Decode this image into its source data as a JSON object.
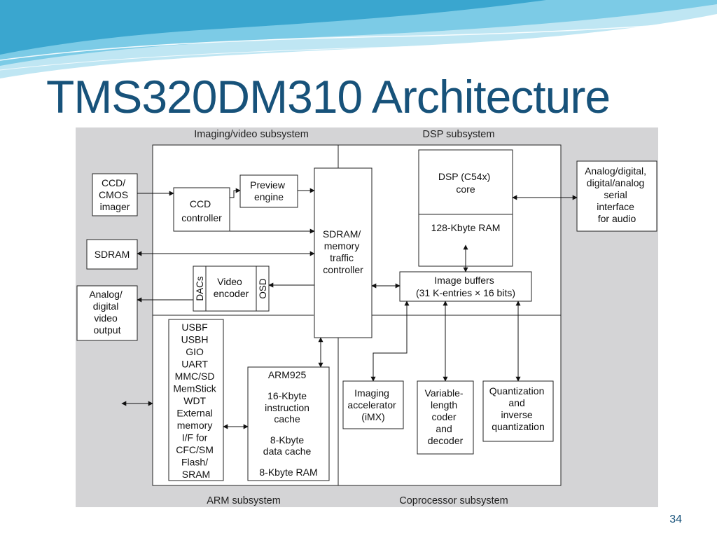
{
  "slide": {
    "title": "TMS320DM310 Architecture",
    "page_number": "34"
  },
  "diagram": {
    "sections": {
      "imaging_video": "Imaging/video subsystem",
      "dsp": "DSP subsystem",
      "arm": "ARM subsystem",
      "coprocessor": "Coprocessor subsystem"
    },
    "blocks": {
      "ccd_imager": [
        "CCD/",
        "CMOS",
        "imager"
      ],
      "preview_engine": [
        "Preview",
        "engine"
      ],
      "ccd_controller": [
        "CCD",
        "controller"
      ],
      "sdram": [
        "SDRAM"
      ],
      "sdram_controller": [
        "SDRAM/",
        "memory",
        "traffic",
        "controller"
      ],
      "dsp_core": [
        "DSP (C54x)",
        "core"
      ],
      "dsp_ram": [
        "128-Kbyte RAM"
      ],
      "audio_interface": [
        "Analog/digital,",
        "digital/analog",
        "serial",
        "interface",
        "for audio"
      ],
      "video_output": [
        "Analog/",
        "digital",
        "video",
        "output"
      ],
      "dacs": "DACs",
      "video_encoder": [
        "Video",
        "encoder"
      ],
      "osd": "OSD",
      "image_buffers": [
        "Image buffers",
        "(31 K-entries × 16 bits)"
      ],
      "peripherals": [
        "USBF",
        "USBH",
        "GIO",
        "UART",
        "MMC/SD",
        "MemStick",
        "WDT",
        "External",
        "memory",
        "I/F for",
        "CFC/SM",
        "Flash/",
        "SRAM"
      ],
      "arm925": [
        "ARM925",
        "",
        "16-Kbyte",
        "instruction",
        "cache",
        "",
        "8-Kbyte",
        "data cache",
        "",
        "8-Kbyte RAM"
      ],
      "imaging_accelerator": [
        "Imaging",
        "accelerator",
        "(iMX)"
      ],
      "vlc": [
        "Variable-",
        "length",
        "coder",
        "and",
        "decoder"
      ],
      "quantization": [
        "Quantization",
        "and",
        "inverse",
        "quantization"
      ]
    }
  },
  "colors": {
    "title": "#17527a",
    "diagram_background": "#d4d4d6",
    "wave_dark": "#3aa6cf",
    "wave_light": "#bfe6f3"
  }
}
